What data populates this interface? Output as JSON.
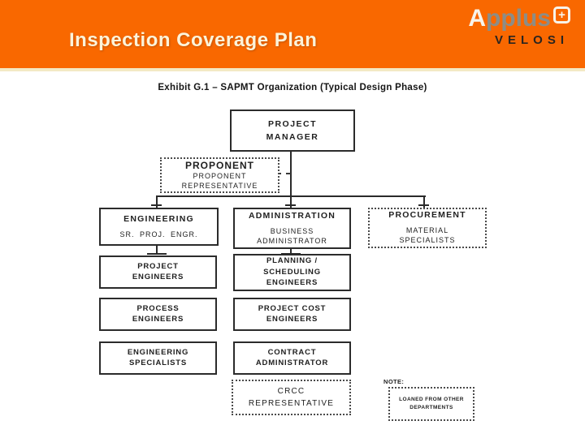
{
  "slide": {
    "title": "Inspection Coverage Plan"
  },
  "logo": {
    "brand_a": "A",
    "brand_rest": "pplus",
    "plus": "+",
    "word": "VELOSI"
  },
  "chart": {
    "exhibit_title": "Exhibit G.1 – SAPMT Organization (Typical Design Phase)",
    "boxes": {
      "project_manager": {
        "lines": [
          "PROJECT",
          "MANAGER"
        ],
        "border": "solid"
      },
      "proponent": {
        "title": "PROPONENT",
        "lines": [
          "PROPONENT",
          "REPRESENTATIVE"
        ],
        "border": "dotted"
      },
      "engineering": {
        "title": "ENGINEERING",
        "lines": [
          "SR. PROJ. ENGR."
        ],
        "border": "solid"
      },
      "administration": {
        "title": "ADMINISTRATION",
        "lines": [
          "BUSINESS",
          "ADMINISTRATOR"
        ],
        "border": "solid"
      },
      "procurement": {
        "title": "PROCUREMENT",
        "lines": [
          "MATERIAL",
          "SPECIALISTS"
        ],
        "border": "dotted"
      },
      "project_engineers": {
        "lines": [
          "PROJECT",
          "ENGINEERS"
        ],
        "border": "solid"
      },
      "planning_scheduling_engineers": {
        "lines": [
          "PLANNING /",
          "SCHEDULING",
          "ENGINEERS"
        ],
        "border": "solid"
      },
      "process_engineers": {
        "lines": [
          "PROCESS",
          "ENGINEERS"
        ],
        "border": "solid"
      },
      "project_cost_engineers": {
        "lines": [
          "PROJECT COST",
          "ENGINEERS"
        ],
        "border": "solid"
      },
      "engineering_specialists": {
        "lines": [
          "ENGINEERING",
          "SPECIALISTS"
        ],
        "border": "solid"
      },
      "contract_administrator": {
        "lines": [
          "CONTRACT",
          "ADMINISTRATOR"
        ],
        "border": "solid"
      },
      "crcc_representative": {
        "lines": [
          "CRCC",
          "REPRESENTATIVE"
        ],
        "border": "dotted"
      }
    },
    "note": {
      "label": "NOTE:",
      "lines": [
        "LOANED FROM OTHER",
        "DEPARTMENTS"
      ]
    }
  },
  "colors": {
    "header_orange": "#F96800",
    "header_strip": "#F3E9C4",
    "title_text": "#FCF3DA",
    "logo_gray": "#8D8D85",
    "logo_dark": "#2A2520",
    "ink": "#1F1F1F"
  }
}
